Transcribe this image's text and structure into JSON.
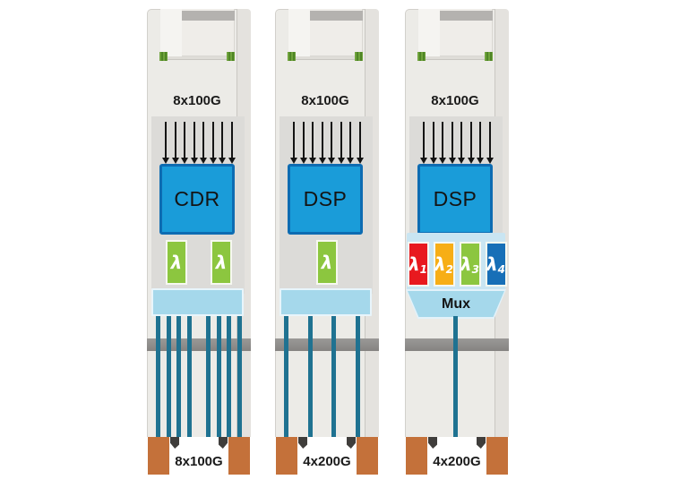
{
  "modules": [
    {
      "top_label": "8x100G",
      "input_lanes": 8,
      "chip_label": "CDR",
      "lambdas": [
        {
          "symbol": "λ",
          "sub": "",
          "color": "#8cc63f"
        },
        {
          "symbol": "λ",
          "sub": "",
          "color": "#8cc63f"
        }
      ],
      "output_fibers": 8,
      "bottom_label": "8x100G"
    },
    {
      "top_label": "8x100G",
      "input_lanes": 8,
      "chip_label": "DSP",
      "lambdas": [
        {
          "symbol": "λ",
          "sub": "",
          "color": "#8cc63f"
        }
      ],
      "output_fibers": 4,
      "bottom_label": "4x200G"
    },
    {
      "top_label": "8x100G",
      "input_lanes": 8,
      "chip_label": "DSP",
      "lambdas": [
        {
          "symbol": "λ",
          "sub": "1",
          "color": "#e8191f"
        },
        {
          "symbol": "λ",
          "sub": "2",
          "color": "#f7ae16"
        },
        {
          "symbol": "λ",
          "sub": "3",
          "color": "#8cc63f"
        },
        {
          "symbol": "λ",
          "sub": "4",
          "color": "#176fb7"
        }
      ],
      "mux_label": "Mux",
      "output_fibers": 1,
      "bottom_label": "4x200G"
    }
  ],
  "colors": {
    "module_body": "#ecebe7",
    "electrical_zone": "#dcdbd8",
    "chip_fill": "#1a9cd9",
    "chip_border": "#0d6cb2",
    "lambda_green": "#8cc63f",
    "lambda_red": "#e8191f",
    "lambda_amber": "#f7ae16",
    "lambda_blue": "#176fb7",
    "coupler_fill": "#a5d8eb",
    "fiber": "#1f7291",
    "mid_band": "#8e8c89",
    "foot": "#c4713a",
    "contact_pad": "#6fa33c",
    "arrow": "#141414"
  }
}
